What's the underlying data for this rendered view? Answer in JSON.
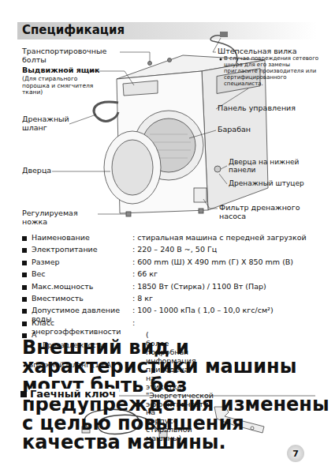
{
  "diagram": {
    "title": "Спецификация",
    "nodes": [
      {
        "text": [
          "7"
        ]
      }
    ],
    "labels": [
      "Транспортировочные болты",
      "Выдвижной ящик",
      "(Для стирального порошка и смягчителя ткани)",
      "Дренажный шланг",
      "Дверца",
      "Регулируемая ножка",
      "Штепсельная вилка",
      "В случае повреждения сетевого шнура для его замены пригласите производителя или сертифицированного специалиста.",
      "Панель управления",
      "Барабан",
      "Дверца на нижней панели",
      "Дренажный штуцер",
      "Фильтр дренажного насоса",
      "Наименование",
      ": стиральная машина с передней загрузкой",
      "Электропитание",
      ": 220 – 240 В ~, 50 Гц",
      "Размер",
      ": 600 mm (Ш) X 490 mm (Г) X 850 mm (В)",
      "Вес",
      ": 66 кг",
      "Макс.мощность",
      ": 1850 Вт (Стирка) / 1100 Вт (Пар)",
      "Вместимость",
      ": 8 кг",
      "Допустимое давление воды",
      ": 100 - 1000 кПа ( 1,0 – 10,0 кгс/см²)",
      "Класс энергоэффективности",
      ":",
      "A",
      "( более подробная информация приведена на этикетке \"Энергетической эффективности\" на корпусе стиральной машины)",
      "Внешний вид и характеристики машины могут быть без предупреждения изменены с целью повышения качества машины.",
      "Принадлежности",
      "Впускной шланг (1 EA)",
      "Гаечный ключ"
    ]
  }
}
